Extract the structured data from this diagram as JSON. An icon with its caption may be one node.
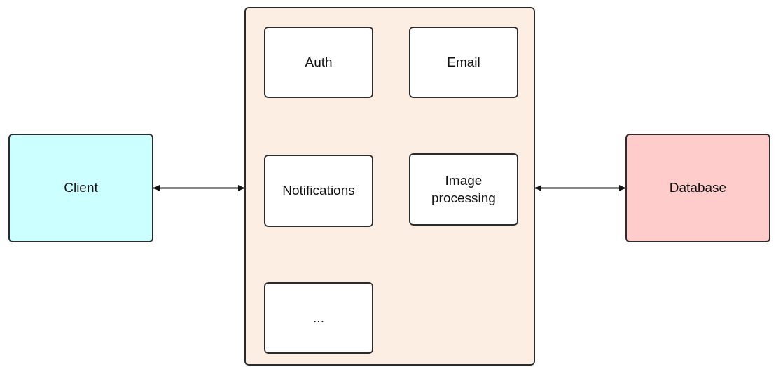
{
  "diagram": {
    "nodes": [
      {
        "text": [
          "Client"
        ]
      },
      {
        "text": [],
        "shape": "box"
      },
      {
        "text": [
          "Auth"
        ],
        "in": 1
      },
      {
        "text": [
          "Email"
        ],
        "in": 1
      },
      {
        "text": [
          "Notifications"
        ],
        "in": 1
      },
      {
        "text": [
          "Image processing"
        ],
        "in": 1
      },
      {
        "text": [
          "..."
        ],
        "in": 1
      },
      {
        "text": [
          "Database"
        ]
      }
    ],
    "edges": [
      {
        "from": 0,
        "to": 1,
        "arrow": "both"
      },
      {
        "from": 1,
        "to": 7,
        "arrow": "both"
      }
    ]
  }
}
